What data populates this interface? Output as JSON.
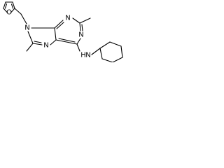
{
  "molecule": {
    "atoms": {
      "o_furan": "O",
      "n9": "N",
      "n7": "N",
      "n1": "N",
      "n3": "N",
      "nh": "NH",
      "n_h": "N",
      "h": "H"
    }
  },
  "colors": {
    "bond": "#000000",
    "background": "#ffffff"
  }
}
